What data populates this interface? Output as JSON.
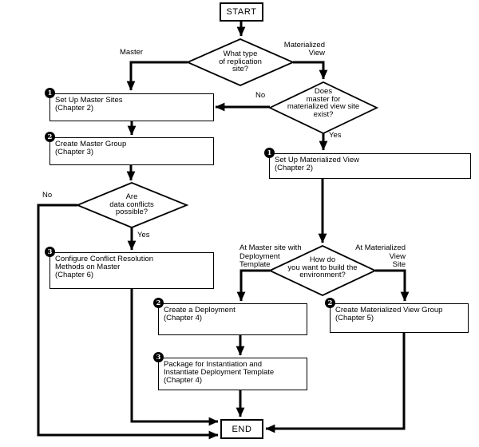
{
  "colors": {
    "ink": "#000000",
    "paper": "#ffffff"
  },
  "flowchart": {
    "terminals": {
      "start": "START",
      "end": "END"
    },
    "decisions": {
      "site_type": "What type\nof replication\nsite?",
      "master_exists": "Does\nmaster for\nmaterialized view site\nexist?",
      "data_conflicts": "Are\ndata conflicts\npossible?",
      "build_env": "How do\nyou want to build the\nenvironment?"
    },
    "steps": {
      "setup_master": {
        "num": "1",
        "label": "Set Up Master Sites\n(Chapter 2)"
      },
      "create_master_group": {
        "num": "2",
        "label": "Create Master Group\n(Chapter 3)"
      },
      "configure_conflict": {
        "num": "3",
        "label": "Configure Conflict Resolution\nMethods on Master\n(Chapter 6)"
      },
      "setup_matview": {
        "num": "1",
        "label": "Set Up Materialized View\n(Chapter 2)"
      },
      "create_deployment": {
        "num": "2",
        "label": "Create a Deployment\n(Chapter 4)"
      },
      "package_instantiate": {
        "num": "3",
        "label": "Package for Instantiation and\nInstantiate Deployment Template\n(Chapter 4)"
      },
      "create_mv_group": {
        "num": "2",
        "label": "Create Materialized View Group\n(Chapter 5)"
      }
    },
    "branch_labels": {
      "master": "Master",
      "materialized_view": "Materialized\nView",
      "no_master_exists": "No",
      "yes_master_exists": "Yes",
      "no_conflicts": "No",
      "yes_conflicts": "Yes",
      "at_master_site": "At Master site with\nDeployment\nTemplate",
      "at_matview_site": "At Materialized\nView\nSite"
    }
  }
}
